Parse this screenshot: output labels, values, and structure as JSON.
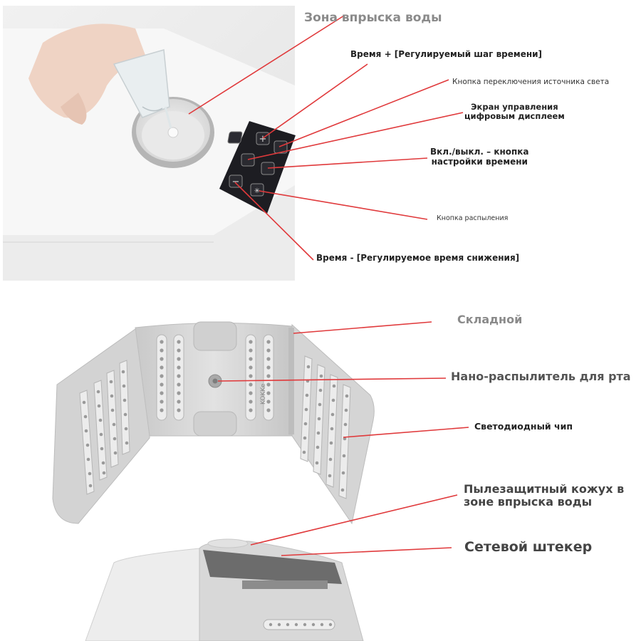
{
  "top_panel": {
    "labels": {
      "water_zone": "Зона впрыска воды",
      "time_plus": "Время + [Регулируемый шаг времени]",
      "light_switch": "Кнопка переключения источника света",
      "screen_line1": "Экран управления",
      "screen_line2": "цифровым дисплеем",
      "power_line1": "Вкл./выкл. – кнопка",
      "power_line2": "настройки времени",
      "spray_button": "Кнопка распыления",
      "time_minus": "Время - [Регулируемое время снижения]"
    },
    "buttons": [
      "+",
      "light",
      "display",
      "power",
      "−",
      "spray"
    ]
  },
  "bottom_panel": {
    "labels": {
      "foldable": "Складной",
      "nano_sprayer": "Нано-распылитель для рта",
      "led_chip": "Светодиодный чип",
      "dust_line1": "Пылезащитный кожух в",
      "dust_line2": "зоне впрыска воды",
      "power_plug": "Сетевой штекер"
    },
    "brand": "KOKKe"
  },
  "colors": {
    "pointer": "#e0393b",
    "device": "#dadada",
    "panel": "#1d1d22"
  }
}
